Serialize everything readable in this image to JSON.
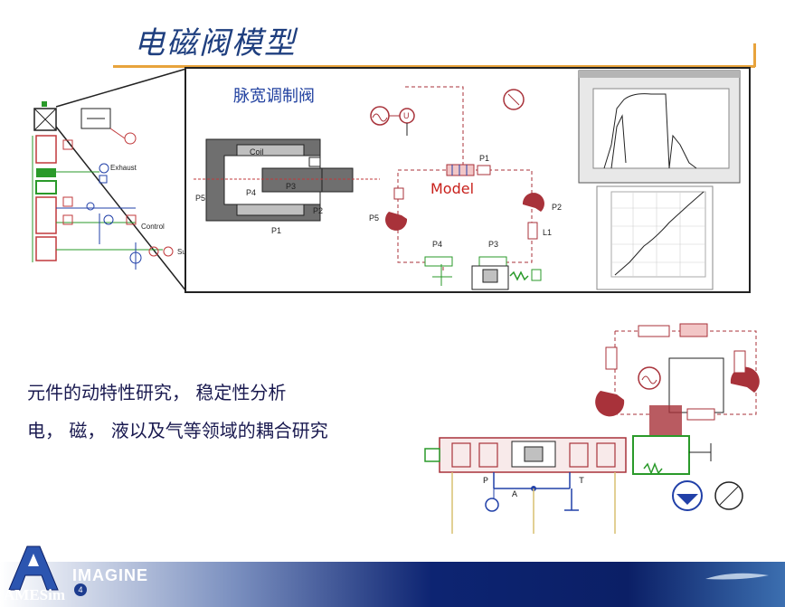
{
  "slide": {
    "title": "电磁阀模型",
    "frame_heading": "脉宽调制阀",
    "model_label": "Model",
    "text_lines": [
      "元件的动特性研究， 稳定性分析",
      "电， 磁， 液以及气等领域的耦合研究"
    ]
  },
  "valve_cross_section": {
    "coil": "Coil",
    "p3": "P3",
    "p4": "P4",
    "p5": "P5",
    "p2": "P2",
    "p1": "P1"
  },
  "circuit_labels": {
    "u": "U",
    "p1": "P1",
    "p2": "P2",
    "p3": "P3",
    "p4": "P4",
    "p5": "P5",
    "l1": "L1"
  },
  "left_sketch_labels": {
    "exhaust": "Exhaust",
    "control": "Control",
    "supply": "Supply"
  },
  "lower_diagram_labels": {
    "p": "P",
    "a": "A",
    "t": "T"
  },
  "footer": {
    "imagine": "IMAGINE",
    "amesim": "AMESim",
    "version": "4"
  },
  "colors": {
    "title": "#1f3f7f",
    "accent_rule": "#e8a33c",
    "circuit_red": "#a8323a",
    "circuit_green": "#2a9a2a",
    "hydraulic_blue": "#2140a8",
    "footer_navy": "#0b1f66"
  }
}
